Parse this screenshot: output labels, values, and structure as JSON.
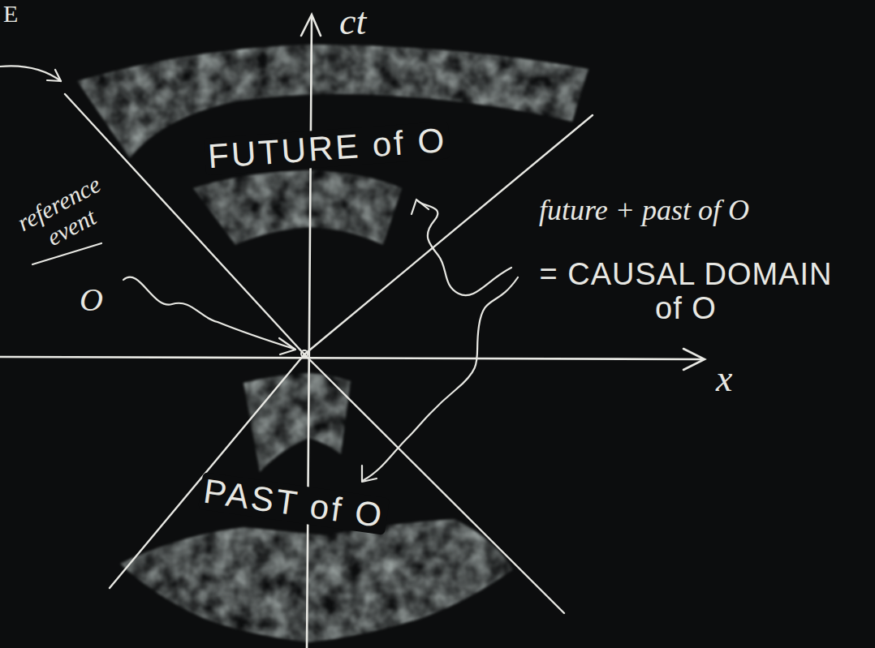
{
  "diagram": {
    "labels": [
      "E",
      "ct",
      "FUTURE of O",
      "reference event",
      "future + past of O",
      "= CAUSAL DOMAIN of O",
      "O",
      "x",
      "PAST of O"
    ]
  }
}
